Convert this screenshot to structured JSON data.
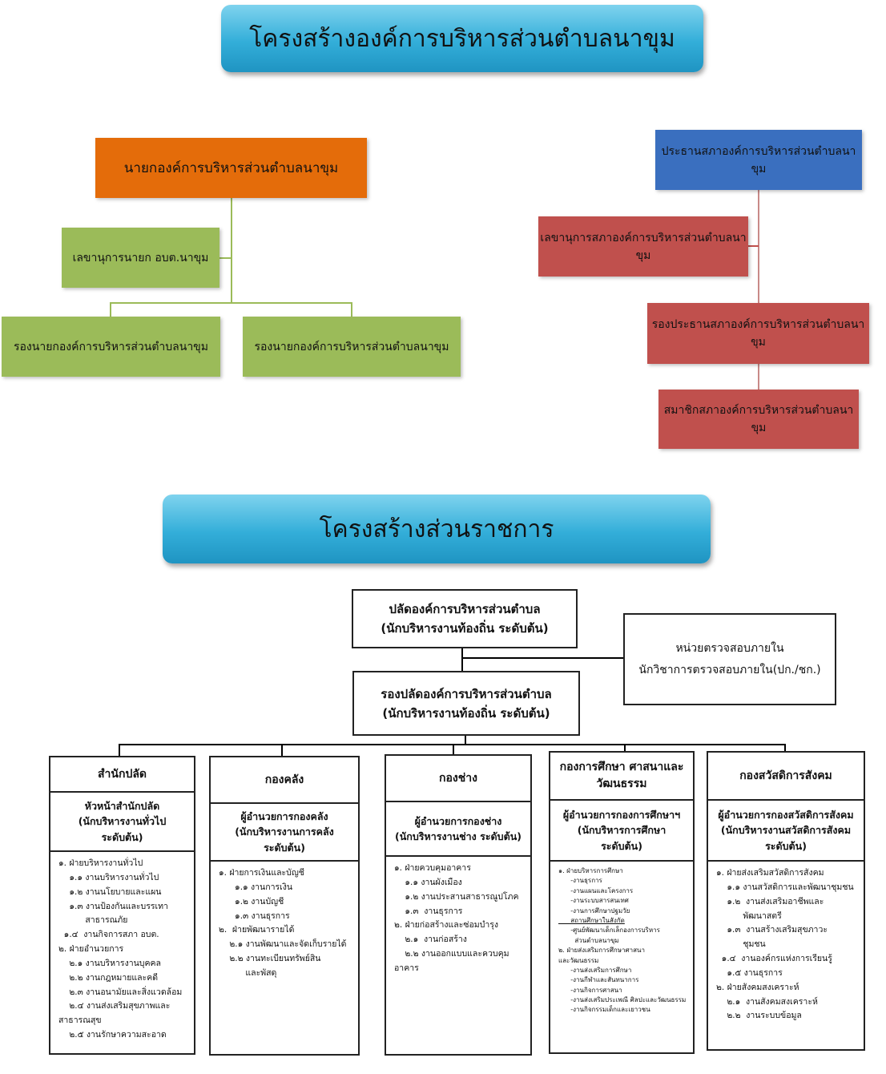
{
  "titles": {
    "top": "โครงสร้างองค์การบริหารส่วนตำบลนาขุม",
    "bottom": "โครงสร้างส่วนราชการ"
  },
  "executive": {
    "mayor": "นายกองค์การบริหารส่วนตำบลนาขุม",
    "secretary": "เลขานุการนายก อบต.นาขุม",
    "deputy_1": "รองนายกองค์การบริหารส่วนตำบลนาขุม",
    "deputy_2": "รองนายกองค์การบริหารส่วนตำบลนาขุม"
  },
  "council": {
    "president": "ประธานสภาองค์การบริหารส่วนตำบลนาขุม",
    "secretary": "เลขานุการสภาองค์การบริหารส่วนตำบลนาขุม",
    "vice_president": "รองประธานสภาองค์การบริหารส่วนตำบลนาขุม",
    "member": "สมาชิกสภาองค์การบริหารส่วนตำบลนาขุม"
  },
  "admin": {
    "chief_line1": "ปลัดองค์การบริหารส่วนตำบล",
    "chief_line2": "(นักบริหารงานท้องถิ่น ระดับต้น)",
    "deputy_line1": "รองปลัดองค์การบริหารส่วนตำบล",
    "deputy_line2": "(นักบริหารงานท้องถิ่น  ระดับต้น)",
    "audit_line1": "หน่วยตรวจสอบภายใน",
    "audit_line2": "นักวิชาการตรวจสอบภายใน(ปก./ชก.)"
  },
  "departments": [
    {
      "name": "สำนักปลัด",
      "head": [
        "หัวหน้าสำนักปลัด",
        "(นักบริหารงานทั่วไป",
        "ระดับต้น)"
      ],
      "items": [
        "๑. ฝ่ายบริหารงานทั่วไป",
        "    ๑.๑ งานบริหารงานทั่วไป",
        "    ๑.๒ งานนโยบายและแผน",
        "    ๑.๓ งานป้องกันและบรรเทา",
        "          สาธารณภัย",
        "  ๑.๔  งานกิจการสภา อบต.",
        "๒. ฝ่ายอำนวยการ",
        "    ๒.๑ งานบริหารงานบุคคล",
        "    ๒.๒ งานกฎหมายและคดี",
        "    ๒.๓ งานอนามัยและสิ่งแวดล้อม",
        "    ๒.๔ งานส่งเสริมสุขภาพและ",
        "สาธารณสุข",
        "    ๒.๕ งานรักษาความสะอาด"
      ]
    },
    {
      "name": "กองคลัง",
      "head": [
        "ผู้อำนวยการกองคลัง",
        "(นักบริหารงานการคลัง",
        "ระดับต้น)"
      ],
      "items": [
        "๑. ฝ่ายการเงินและบัญชี",
        "      ๑.๑ งานการเงิน",
        "      ๑.๒ งานบัญชี",
        "      ๑.๓ งานธุรการ",
        "๒.  ฝ่ายพัฒนารายได้",
        "    ๒.๑ งานพัฒนาและจัดเก็บรายได้",
        "    ๒.๒ งานทะเบียนทรัพย์สิน",
        "          และพัสดุ"
      ]
    },
    {
      "name": "กองช่าง",
      "head": [
        "ผู้อำนวยการกองช่าง",
        "(นักบริหารงานช่าง  ระดับต้น)"
      ],
      "items": [
        "๑. ฝ่ายควบคุมอาคาร",
        "    ๑.๑ งานผังเมือง",
        "    ๑.๒ งานประสานสาธารณูปโภค",
        "    ๑.๓  งานธุรการ",
        "๒. ฝ่ายก่อสร้างและซ่อมบำรุง",
        "    ๒.๑  งานก่อสร้าง",
        "    ๒.๒ งานออกแบบและควบคุม",
        "อาคาร"
      ]
    },
    {
      "name": "กองการศึกษา ศาสนาและ",
      "name2": "วัฒนธรรม",
      "head": [
        "ผู้อำนวยการกองการศึกษาฯ",
        "(นักบริหารการศึกษา",
        "ระดับต้น)"
      ],
      "items": [
        "๑. ฝ่ายบริหารการศึกษา",
        "      -งานธุรการ",
        "      -งานแผนและโครงการ",
        "      -งานระบบสารสนเทศ",
        "      -งานการศึกษาปฐมวัย",
        "      สถานศึกษาในสังกัด",
        "      -ศูนย์พัฒนาเด็กเล็กองการบริหาร",
        "        ส่วนตำบลนาขุม",
        "๒. ฝ่ายส่งเสริมการศึกษาศาสนา",
        "และวัฒนธรรม",
        "      -งานส่งเสริมการศึกษา",
        "      -งานกีฬาและสันทนาการ",
        "      -งานกิจการศาสนา",
        "      -งานส่งเสริมประเพณี ศิลปะและวัฒนธรรม",
        "      -งานกิจกรรมเด็กและเยาวชน"
      ]
    },
    {
      "name": "กองสวัสดิการสังคม",
      "head": [
        "ผู้อำนวยการกองสวัสดิการสังคม",
        "(นักบริหารงานสวัสดิการสังคม",
        "ระดับต้น)"
      ],
      "items": [
        "๑. ฝ่ายส่งเสริมสวัสดิการสังคม",
        "    ๑.๑ งานสวัสดิการและพัฒนาชุมชน",
        "    ๑.๒  งานส่งเสริมอาชีพและ",
        "          พัฒนาสตรี",
        "    ๑.๓  งานสร้างเสริมสุขภาวะ",
        "          ชุมชน",
        "  ๑.๔  งานองค์กรแห่งการเรียนรู้",
        "    ๑.๕ งานธุรการ",
        "๒. ฝ่ายสังคมสงเคราะห์",
        "    ๒.๑  งานสังคมสงเคราะห์",
        "    ๒.๒  งานระบบข้อมูล"
      ]
    }
  ]
}
